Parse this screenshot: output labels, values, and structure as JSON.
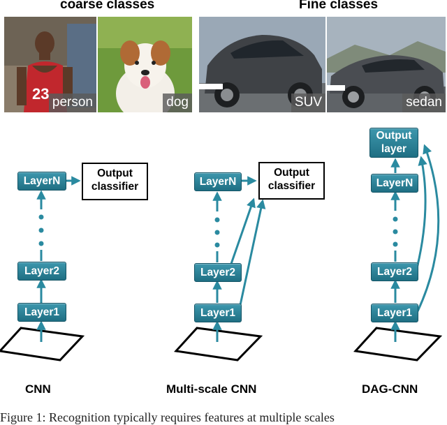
{
  "headers": {
    "coarse": "coarse classes",
    "fine": "Fine classes"
  },
  "photos": [
    {
      "label": "person",
      "icon": "basketball-player-photo"
    },
    {
      "label": "dog",
      "icon": "dog-photo"
    },
    {
      "label": "SUV",
      "icon": "suv-car-photo"
    },
    {
      "label": "sedan",
      "icon": "sedan-car-photo"
    }
  ],
  "cnn": {
    "layerN": "LayerN",
    "dots": "⋮",
    "layer2": "Layer2",
    "layer1": "Layer1",
    "output": [
      "Output",
      "classifier"
    ],
    "caption": "CNN"
  },
  "ms": {
    "layerN": "LayerN",
    "layer2": "Layer2",
    "layer1": "Layer1",
    "output": [
      "Output",
      "classifier"
    ],
    "caption": "Multi-scale CNN"
  },
  "dag": {
    "output": [
      "Output",
      "layer"
    ],
    "layerN": "LayerN",
    "layer2": "Layer2",
    "layer1": "Layer1",
    "caption": "DAG-CNN"
  },
  "figure_caption": "Figure 1: Recognition typically requires features at multiple scales",
  "colors": {
    "node": "#2a7f94",
    "arrow": "#2a8aa0",
    "stroke": "#000000"
  }
}
